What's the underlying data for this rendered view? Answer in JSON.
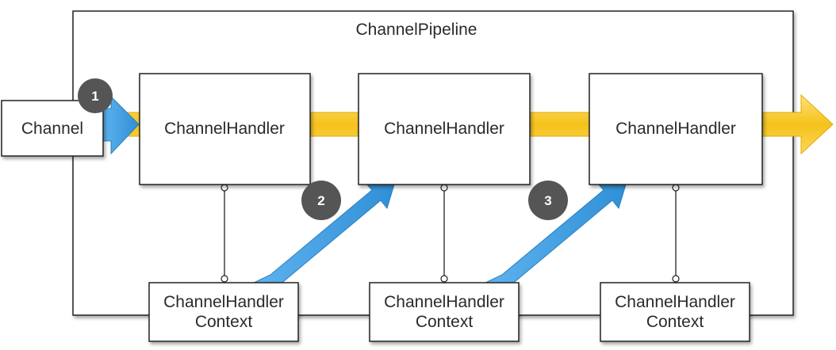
{
  "pipeline": {
    "title": "ChannelPipeline"
  },
  "channel": {
    "label": "Channel"
  },
  "handlers": [
    {
      "label": "ChannelHandler"
    },
    {
      "label": "ChannelHandler"
    },
    {
      "label": "ChannelHandler"
    }
  ],
  "contexts": [
    {
      "line1": "ChannelHandler",
      "line2": "Context"
    },
    {
      "line1": "ChannelHandler",
      "line2": "Context"
    },
    {
      "line1": "ChannelHandler",
      "line2": "Context"
    }
  ],
  "steps": [
    "1",
    "2",
    "3"
  ],
  "colors": {
    "flow_arrow": "#f5c518",
    "event_arrow": "#3a9be0",
    "badge": "#555555",
    "border": "#222222"
  }
}
